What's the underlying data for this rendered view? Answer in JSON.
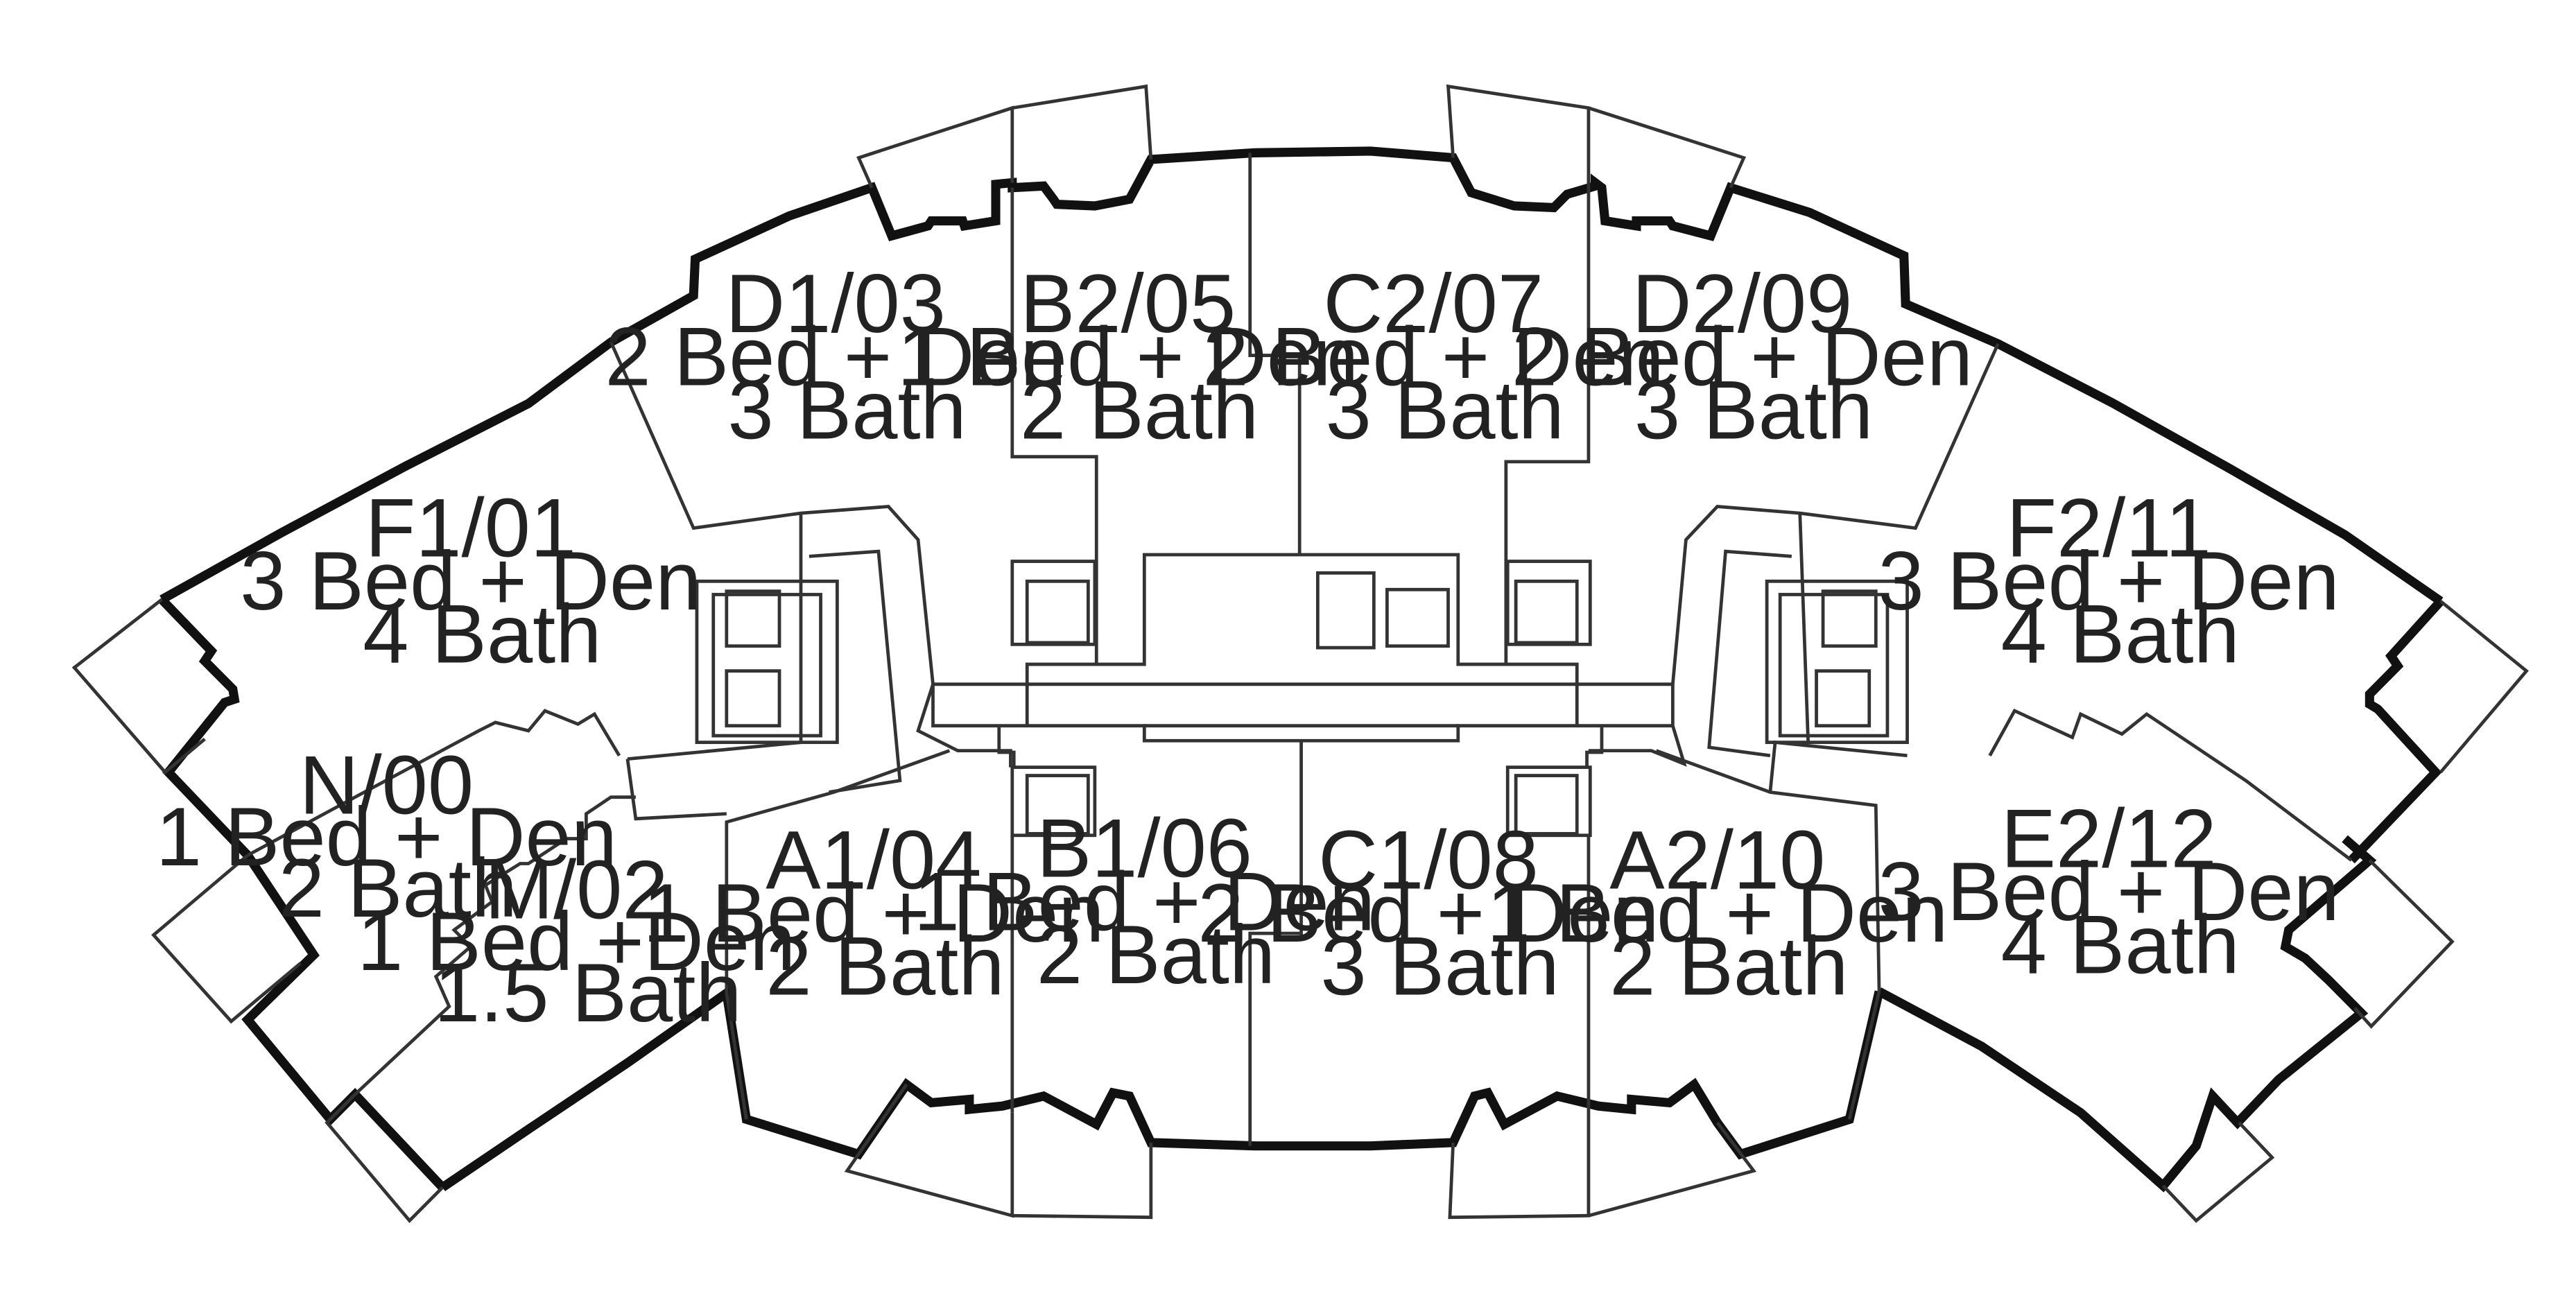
{
  "units": [
    {
      "code": "D1/03",
      "beds": "2 Bed + Den",
      "baths": "3 Bath"
    },
    {
      "code": "B2/05",
      "beds": "1 Bed + Den",
      "baths": "2 Bath"
    },
    {
      "code": "C2/07",
      "beds": "2 Bed + Den",
      "baths": "3 Bath"
    },
    {
      "code": "D2/09",
      "beds": "2 Bed + Den",
      "baths": "3 Bath"
    },
    {
      "code": "F1/01",
      "beds": "3 Bed + Den",
      "baths": "4 Bath"
    },
    {
      "code": "F2/11",
      "beds": "3 Bed + Den",
      "baths": "4 Bath"
    },
    {
      "code": "N/00",
      "beds": "1 Bed + Den",
      "baths": "2 Bath"
    },
    {
      "code": "M/02",
      "beds": "1 Bed +Den",
      "baths": "1.5 Bath"
    },
    {
      "code": "A1/04",
      "beds": "1 Bed + Den",
      "baths": "2 Bath"
    },
    {
      "code": "B1/06",
      "beds": "1 Bed + Den",
      "baths": "2 Bath"
    },
    {
      "code": "C1/08",
      "beds": "2 Bed + Den",
      "baths": "3 Bath"
    },
    {
      "code": "A2/10",
      "beds": "1 Bed + Den",
      "baths": "2 Bath"
    },
    {
      "code": "E2/12",
      "beds": "3 Bed + Den",
      "baths": "4 Bath"
    }
  ]
}
